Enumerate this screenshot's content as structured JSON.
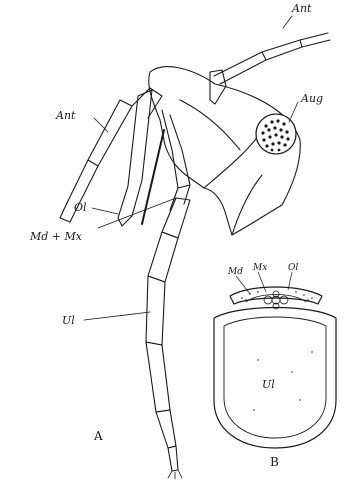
{
  "figure": {
    "panels": {
      "a": "A",
      "b": "B"
    },
    "labels": {
      "ant_top": "Ant",
      "ant_left": "Ant",
      "aug": "Aug",
      "ol_a": "Ol",
      "md_mx_a": "Md + Mx",
      "ul_a": "Ul",
      "md_b": "Md",
      "mx_b": "Mx",
      "ol_b": "Ol",
      "ul_b": "Ul"
    },
    "colors": {
      "ink": "#1a1a1a",
      "paper": "#ffffff"
    }
  }
}
